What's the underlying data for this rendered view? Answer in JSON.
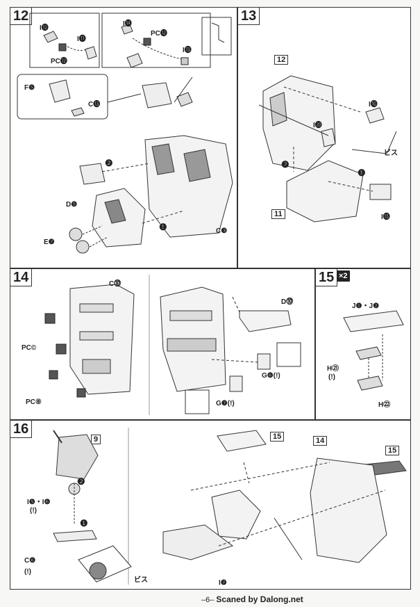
{
  "steps": {
    "s12": {
      "number": "12",
      "labels": [
        "I⓬",
        "I⓫",
        "PC⓬",
        "I⓮",
        "PC⓬",
        "I⓭",
        "F❺",
        "C⓭",
        "D❺",
        "C❸",
        "E❼"
      ],
      "arrows": [
        "❷",
        "❶"
      ]
    },
    "s13": {
      "number": "13",
      "ref_top": "12",
      "ref_bottom": "11",
      "labels": [
        "I⓰",
        "I⓴",
        "ビス",
        "I⓯"
      ],
      "arrows": [
        "❷",
        "❶"
      ]
    },
    "s14": {
      "number": "14",
      "labels": [
        "C⓾",
        "PC©",
        "PC⑧",
        "D⓾",
        "G❻(!)",
        "G❼(!)"
      ]
    },
    "s15": {
      "number": "15",
      "multiplier": "×2",
      "labels": [
        "J❶・J❷",
        "H㉑",
        "(!)",
        "H㉒"
      ]
    },
    "s16": {
      "number": "16",
      "refs": [
        "9",
        "15",
        "14",
        "15"
      ],
      "labels": [
        "I❺・I❻",
        "(!)",
        "C❻",
        "(!)",
        "ビス",
        "I❼"
      ],
      "arrows": [
        "❷",
        "❶"
      ]
    }
  },
  "footer": {
    "page": "–6–",
    "scan_credit": "Scaned by Dalong.net"
  }
}
